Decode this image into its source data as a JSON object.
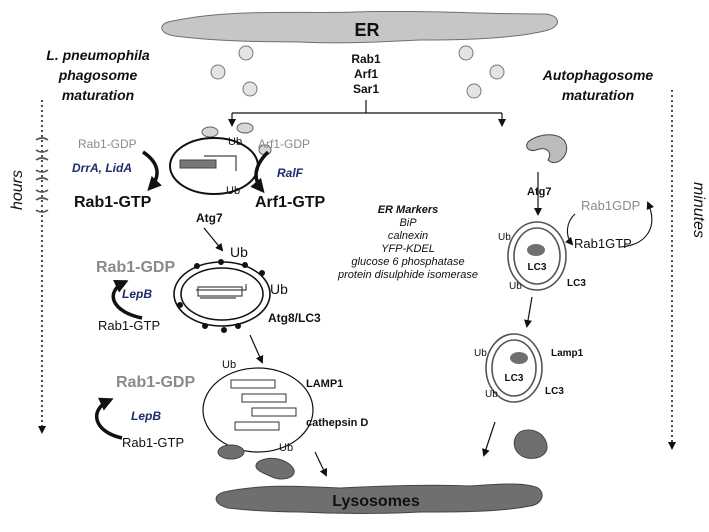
{
  "er": {
    "label": "ER"
  },
  "er_factors": [
    "Rab1",
    "Arf1",
    "Sar1"
  ],
  "lysosomes": {
    "label": "Lysosomes"
  },
  "left_title": [
    "L. pneumophila",
    "phagosome",
    "maturation"
  ],
  "right_title": [
    "Autophagosome",
    "maturation"
  ],
  "left_axis": "hours",
  "right_axis": "minutes",
  "lp_stage1": {
    "rab1_gdp": "Rab1-GDP",
    "arf1_gdp": "Arf1-GDP",
    "drra_lida": "DrrA, LidA",
    "ralf": "RalF",
    "rab1_gtp": "Rab1-GTP",
    "arf1_gtp": "Arf1-GTP",
    "ub_top": "Ub",
    "ub_bottom": "Ub",
    "atg7": "Atg7"
  },
  "lp_stage2": {
    "ub_top": "Ub",
    "ub_right": "Ub",
    "rab1_gdp": "Rab1-GDP",
    "lepb": "LepB",
    "rab1_gtp": "Rab1-GTP",
    "atg8": "Atg8/LC3"
  },
  "lp_stage3": {
    "ub_top": "Ub",
    "rab1_gdp": "Rab1-GDP",
    "lamp1": "LAMP1",
    "lepb": "LepB",
    "cathepsin": "cathepsin D",
    "rab1_gtp": "Rab1-GTP",
    "ub_bottom": "Ub"
  },
  "er_markers": {
    "title": "ER Markers",
    "items": [
      "BiP",
      "calnexin",
      "YFP-KDEL",
      "glucose 6 phosphatase",
      "protein disulphide isomerase"
    ]
  },
  "ap_stage1": {
    "atg7": "Atg7",
    "rab1gdp": "Rab1GDP",
    "ub_left": "Ub",
    "rab1gtp": "Rab1GTP",
    "lc3_inner": "LC3",
    "ub_bottom": "Ub",
    "lc3_outer": "LC3"
  },
  "ap_stage2": {
    "ub_left": "Ub",
    "lamp1": "Lamp1",
    "lc3_inner": "LC3",
    "ub_bottom": "Ub",
    "lc3_outer": "LC3"
  },
  "colors": {
    "membrane_fill": "#bcbcbc",
    "organelle_fill": "#6f6f6f",
    "navy_text": "#1f2a6b",
    "grey_text": "#8a8a8a"
  }
}
